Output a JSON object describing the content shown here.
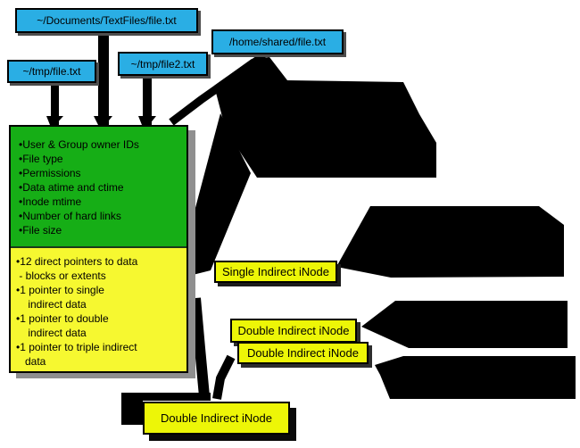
{
  "colors": {
    "path_box_fill": "#2AAEE4",
    "metadata_fill": "#16AE16",
    "pointer_fill": "#F6F830",
    "indirect_fill": "#EDF607",
    "connector": "#000000",
    "shadow": "#8F8F8F"
  },
  "file_paths": {
    "documents": "~/Documents/TextFiles/file.txt",
    "home_shared": "/home/shared/file.txt",
    "tmp_file2": "~/tmp/file2.txt",
    "tmp_file": "~/tmp/file.txt"
  },
  "inode_metadata": {
    "lines": [
      "•User & Group owner IDs",
      "•File type",
      "•Permissions",
      "•Data atime and ctime",
      "•Inode mtime",
      "•Number of hard links",
      "•File size"
    ]
  },
  "inode_pointers": {
    "lines": [
      "•12 direct pointers to data",
      " - blocks or extents",
      "•1 pointer to single",
      "    indirect data",
      "•1 pointer to double",
      "    indirect data",
      "•1 pointer to triple indirect",
      "   data"
    ]
  },
  "indirect_inodes": {
    "single": "Single Indirect iNode",
    "double_top": "Double Indirect iNode",
    "double_overlap": "Double Indirect iNode",
    "double_bottom": "Double Indirect iNode"
  }
}
